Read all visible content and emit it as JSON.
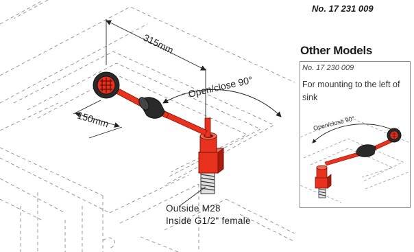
{
  "header": {
    "model_number": "No. 17 231 009"
  },
  "diagram": {
    "dim_length": "315mm",
    "dim_short": "150mm",
    "rotation": "Open/close 90°",
    "thread_outside": "Outside M28",
    "thread_inside": "Inside G1/2\" female"
  },
  "other_models": {
    "title": "Other Models",
    "items": [
      {
        "number": "No. 17 230 009",
        "description": "For mounting to the left of sink",
        "rotation": "Open/close 90°"
      }
    ]
  },
  "colors": {
    "pipe_red": "#e8321e",
    "dark_red": "#a81d10",
    "knob": "#2a2a2a",
    "line_gray": "#8c8c8c"
  }
}
